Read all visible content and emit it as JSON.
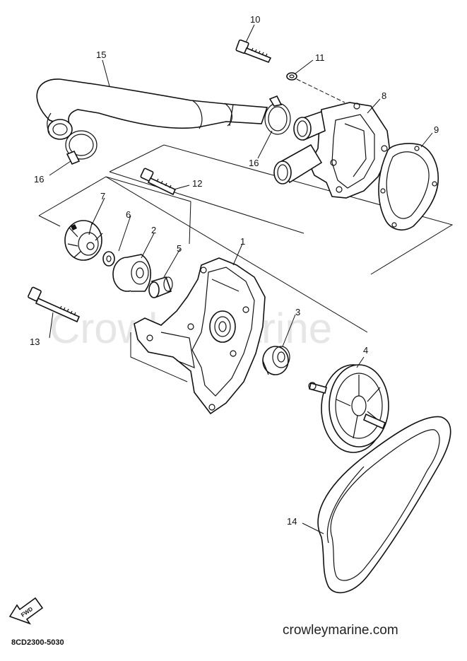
{
  "watermark": "CrowleyMarine",
  "footer": {
    "code": "8CD2300-5030",
    "site": "crowleymarine.com"
  },
  "arrow_label": "FWD",
  "callouts": {
    "c1": "1",
    "c2": "2",
    "c3": "3",
    "c4": "4",
    "c5": "5",
    "c6": "6",
    "c7": "7",
    "c8": "8",
    "c9": "9",
    "c10": "10",
    "c11": "11",
    "c12": "12",
    "c13": "13",
    "c14": "14",
    "c15": "15",
    "c16a": "16",
    "c16b": "16"
  }
}
